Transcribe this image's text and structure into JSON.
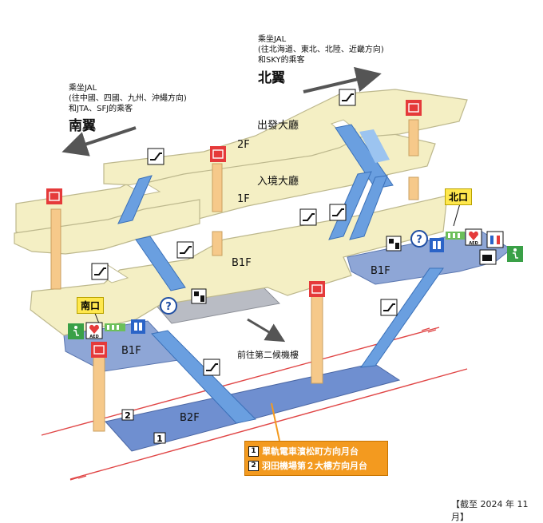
{
  "south_wing": {
    "line1": "乘坐JAL",
    "line2": "(往中國、四國、九州、沖繩方向)",
    "line3": "和JTA、SFJ的乘客",
    "name": "南翼"
  },
  "north_wing": {
    "line1": "乘坐JAL",
    "line2": "(往北海道、東北、北陸、近畿方向)",
    "line3": "和SKY的乘客",
    "name": "北翼"
  },
  "floors": {
    "f2": "2F",
    "f2_hall": "出發大廳",
    "f1": "1F",
    "f1_hall": "入境大廳",
    "b1_center": "B1F",
    "b1_south": "B1F",
    "b1_north": "B1F",
    "b2": "B2F"
  },
  "exits": {
    "north": "北口",
    "south": "南口"
  },
  "direction_text": "前往第二候機樓",
  "tracks": {
    "t1": "1",
    "t2": "2"
  },
  "legend": [
    {
      "num": "1",
      "text": "單軌電車濱松町方向月台"
    },
    {
      "num": "2",
      "text": "羽田機場第２大樓方向月台"
    }
  ],
  "aed_text": "AED",
  "info_text": "?",
  "footnote": "【截至  2024 年 11 月】",
  "colors": {
    "floor": "#f4efc4",
    "floor_edge": "#bdb88d",
    "platform": "#8ea6d6",
    "platform_b2": "#6f8fd0",
    "escalator": "#6a9fe0",
    "pillar": "#f6c98a",
    "rail": "#e04545",
    "arrow": "#555555",
    "legend_bg": "#f39a1f"
  }
}
